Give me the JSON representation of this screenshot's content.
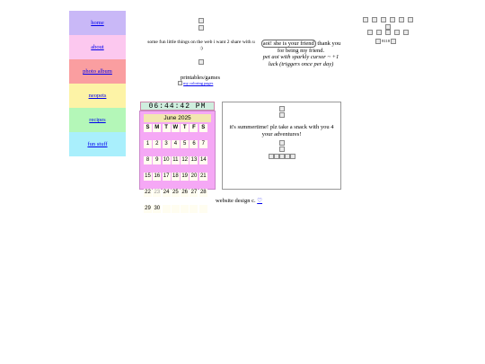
{
  "nav": {
    "items": [
      {
        "label": "home",
        "color": "#c9b8f7"
      },
      {
        "label": "about",
        "color": "#fcc8ef"
      },
      {
        "label": "photo album",
        "color": "#fa9ea0"
      },
      {
        "label": "neopets",
        "color": "#fdf3a6"
      },
      {
        "label": "recipes",
        "color": "#b4f7b8"
      },
      {
        "label": "fun stuff",
        "color": "#a9effc"
      }
    ]
  },
  "center": {
    "intro": "some fun little things on the web i want 2 share with u",
    "small_mark": ":)",
    "printables_label": "printables/games",
    "coloring_label": "my coloring pages"
  },
  "friend_block": {
    "badge": "aoi! she is your friend",
    "thanks": "thank you for being my friend.",
    "pet_line1": "pet aoi with sparkly cursor ~ +1",
    "pet_line2": "luck (triggers once per day)"
  },
  "right": {
    "caption": "8118"
  },
  "clock": {
    "time": "06:44:42 PM"
  },
  "calendar": {
    "month": "June 2025",
    "weekdays": [
      "S",
      "M",
      "T",
      "W",
      "T",
      "F",
      "S"
    ],
    "weeks": [
      [
        "1",
        "2",
        "3",
        "4",
        "5",
        "6",
        "7"
      ],
      [
        "8",
        "9",
        "10",
        "11",
        "12",
        "13",
        "14"
      ],
      [
        "15",
        "16",
        "17",
        "18",
        "19",
        "20",
        "21"
      ],
      [
        "22",
        "23",
        "24",
        "25",
        "26",
        "27",
        "28"
      ],
      [
        "29",
        "30",
        "",
        "",
        "",
        "",
        ""
      ]
    ],
    "faded_day": "23"
  },
  "summer": {
    "message": "it's summertime! plz take a snack with you 4 your adventures!"
  },
  "footer": {
    "text": "website design c. ",
    "link": "♡"
  }
}
